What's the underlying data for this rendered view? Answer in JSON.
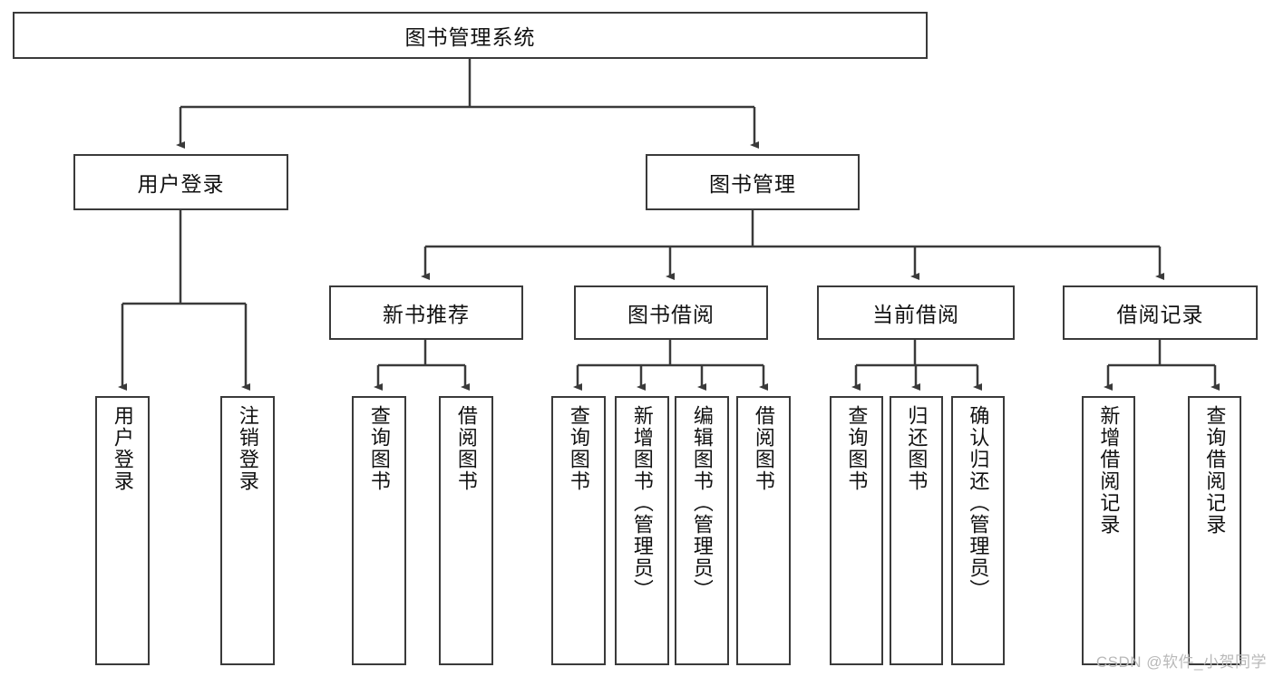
{
  "diagram": {
    "title_node": "图书管理系统",
    "watermark": "CSDN @软件_小贺同学",
    "level2": {
      "user_login": "用户登录",
      "book_manage": "图书管理"
    },
    "level3": {
      "new_book_recommend": "新书推荐",
      "book_borrow": "图书借阅",
      "current_borrow": "当前借阅",
      "borrow_record": "借阅记录"
    },
    "leaves": {
      "user_login_1": "用户登录",
      "user_login_2": "注销登录",
      "recommend_1": "查询图书",
      "recommend_2": "借阅图书",
      "borrow_1": "查询图书",
      "borrow_2": "新增图书（管理员）",
      "borrow_3": "编辑图书（管理员）",
      "borrow_4": "借阅图书",
      "current_1": "查询图书",
      "current_2": "归还图书",
      "current_3": "确认归还（管理员）",
      "record_1": "新增借阅记录",
      "record_2": "查询借阅记录"
    }
  },
  "colors": {
    "stroke": "#3a3a3a",
    "text": "#111111",
    "background": "#ffffff",
    "watermark": "#b9b9b9"
  }
}
